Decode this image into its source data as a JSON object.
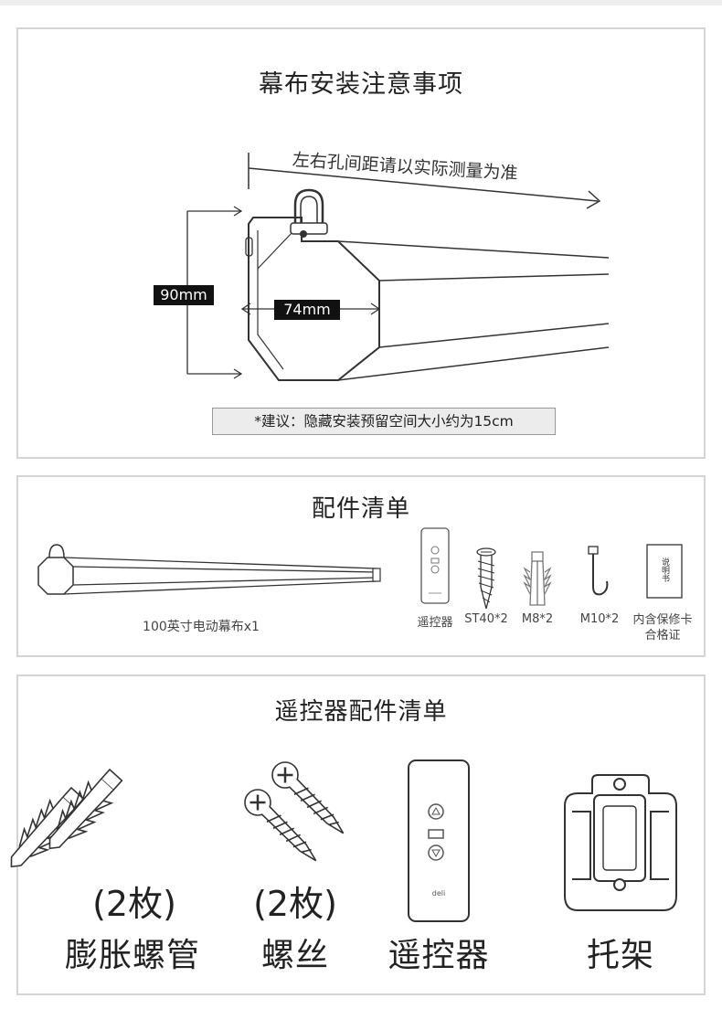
{
  "install_notes": {
    "title": "幕布安装注意事项",
    "hole_spacing_note": "左右孔间距请以实际测量为准",
    "height_dim": "90mm",
    "width_dim": "74mm",
    "suggestion": "*建议：隐藏安装预留空间大小约为15cm"
  },
  "parts_list": {
    "title": "配件清单",
    "screen_label": "100英寸电动幕布x1",
    "items": [
      {
        "label": "遥控器"
      },
      {
        "label": "ST40*2"
      },
      {
        "label": "M8*2"
      },
      {
        "label": "M10*2"
      },
      {
        "label": "内含保修卡\n合格证"
      }
    ],
    "manual_text": "说明书",
    "remote_brand_small": "deli"
  },
  "remote_parts": {
    "title": "遥控器配件清单",
    "items": [
      {
        "qty": "(2枚)",
        "name": "膨胀螺管"
      },
      {
        "qty": "(2枚)",
        "name": "螺丝"
      },
      {
        "qty": "",
        "name": "遥控器"
      },
      {
        "qty": "",
        "name": "托架"
      }
    ],
    "remote_brand": "deli"
  },
  "colors": {
    "line": "#333333",
    "panel_border": "#d4d4d4",
    "label_bg": "#111111",
    "note_bg": "#ececec"
  }
}
